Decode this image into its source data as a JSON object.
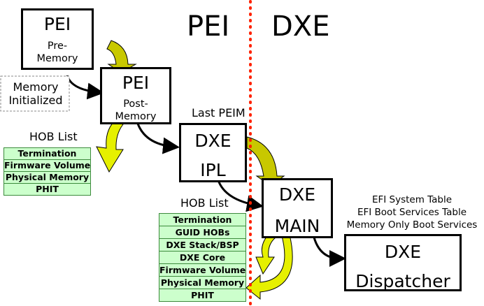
{
  "phases": {
    "left": "PEI",
    "right": "DXE"
  },
  "boxes": {
    "pei_pre": {
      "title": "PEI",
      "sub1": "Pre-",
      "sub2": "Memory"
    },
    "pei_post": {
      "title": "PEI",
      "sub1": "Post-",
      "sub2": "Memory"
    },
    "dxe_ipl": {
      "title": "DXE",
      "sub": "IPL"
    },
    "dxe_main": {
      "title": "DXE",
      "sub": "MAIN"
    },
    "dxe_dispatcher": {
      "title": "DXE",
      "sub": "Dispatcher"
    }
  },
  "labels": {
    "memory_initialized": {
      "line1": "Memory",
      "line2": "Initialized"
    },
    "last_peim": "Last PEIM",
    "hob_list_1": "HOB List",
    "hob_list_2": "HOB List",
    "efi_tables": [
      "EFI System Table",
      "EFI Boot Services Table",
      "Memory Only Boot Services"
    ]
  },
  "hob_list_1": [
    "Termination",
    "Firmware Volume",
    "Physical Memory",
    "PHIT"
  ],
  "hob_list_2": [
    "Termination",
    "GUID HOBs",
    "DXE Stack/BSP",
    "DXE Core",
    "Firmware Volume",
    "Physical Memory",
    "PHIT"
  ],
  "colors": {
    "divider": "#ff2200",
    "flow_arrow": "#000000",
    "hob_fill": "#ccffcc",
    "hob_border": "#3c8a3c",
    "yellow_arrow_fill": "#e6f000",
    "olive_arrow_fill": "#c8c800"
  }
}
